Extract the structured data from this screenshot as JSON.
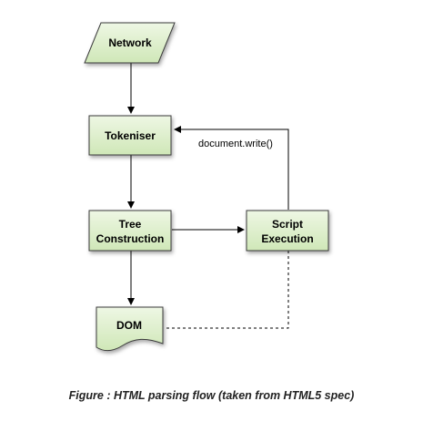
{
  "diagram": {
    "nodes": {
      "network": {
        "label": "Network",
        "shape": "parallelogram"
      },
      "tokeniser": {
        "label": "Tokeniser",
        "shape": "rectangle"
      },
      "tree_construction": {
        "label_line1": "Tree",
        "label_line2": "Construction",
        "shape": "rectangle"
      },
      "script_execution": {
        "label_line1": "Script",
        "label_line2": "Execution",
        "shape": "rectangle"
      },
      "dom": {
        "label": "DOM",
        "shape": "document"
      }
    },
    "edges": {
      "document_write": {
        "label": "document.write()"
      }
    },
    "colors": {
      "node_fill_top": "#eef7e4",
      "node_fill_bottom": "#cfe7b7",
      "node_stroke": "#3a3a3a",
      "edge": "#000000"
    }
  },
  "caption": "Figure : HTML parsing flow (taken from HTML5 spec)"
}
